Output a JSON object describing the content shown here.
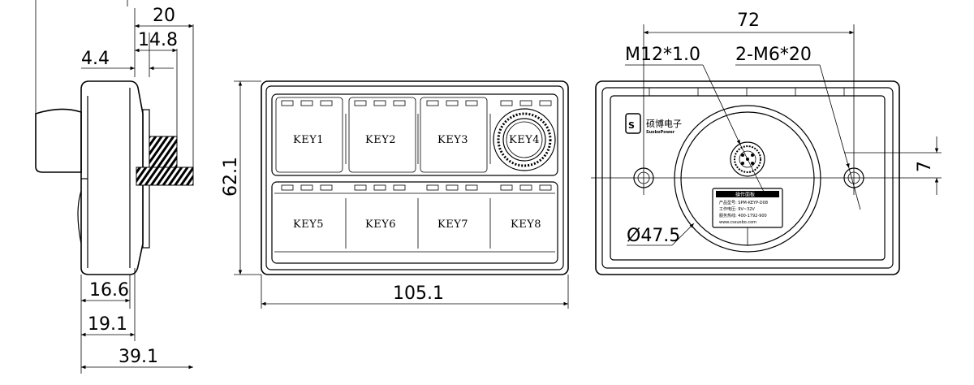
{
  "side_view": {
    "dims": {
      "overall_top": "20",
      "inner_top": "14.8",
      "flange": "4.4",
      "base_1": "16.6",
      "base_2": "19.1",
      "base_3": "39.1"
    }
  },
  "front_view": {
    "keys": [
      "KEY1",
      "KEY2",
      "KEY3",
      "KEY4",
      "KEY5",
      "KEY6",
      "KEY7",
      "KEY8"
    ],
    "height_dim": "62.1",
    "width_dim": "105.1"
  },
  "rear_view": {
    "width_dim": "72",
    "connector_label": "M12*1.0",
    "screw_label": "2-M6*20",
    "offset_dim": "7",
    "diameter_label": "Ø47.5",
    "logo_cn": "硕博电子",
    "logo_en": "SuoboPower",
    "label_plate": {
      "title": "操作面板",
      "model": "产品型号: SPM-KEYP-D08",
      "voltage": "工作电压: 9V~32V",
      "hotline": "服务热线: 400-1792-900",
      "url": "www.cssuobo.com"
    }
  }
}
